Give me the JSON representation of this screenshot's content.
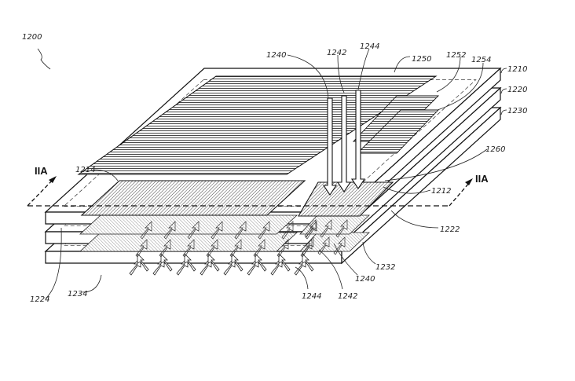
{
  "figure": {
    "ref": "1200",
    "section_left": "IIA",
    "section_right": "IIA",
    "labels": {
      "l1240_top": "1240",
      "l1242_top": "1242",
      "l1244_top": "1244",
      "l1250": "1250",
      "l1252": "1252",
      "l1254": "1254",
      "l1210": "1210",
      "l1220": "1220",
      "l1230": "1230",
      "l1260": "1260",
      "l1214": "1214",
      "l1212": "1212",
      "l1222": "1222",
      "l1232": "1232",
      "l1240_bot": "1240",
      "l1242_bot": "1242",
      "l1244_bot": "1244",
      "l1224": "1224",
      "l1234": "1234"
    }
  }
}
